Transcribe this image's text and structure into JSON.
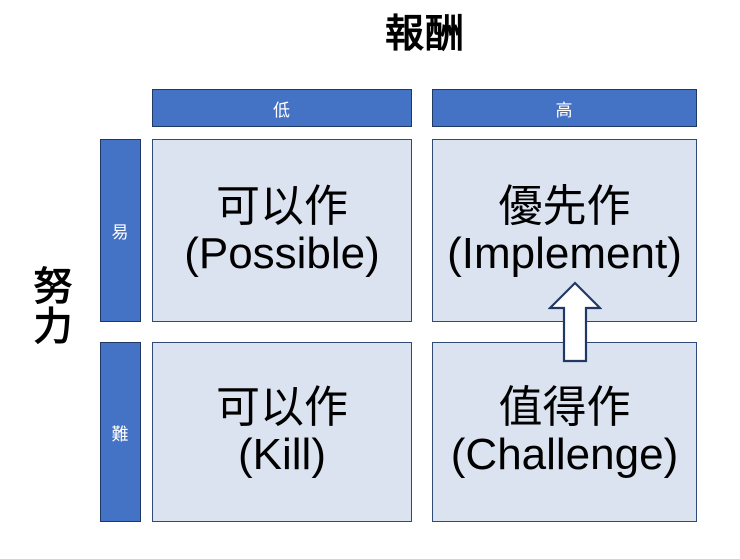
{
  "chart_data": {
    "type": "table",
    "title": "報酬",
    "xlabel": "報酬",
    "ylabel": "努力",
    "categories": [
      "低",
      "高"
    ],
    "row_categories": [
      "易",
      "難"
    ],
    "grid": false,
    "legend": "none",
    "cells": [
      {
        "row": "易",
        "col": "低",
        "cjk": "可以作",
        "en": "(Possible)"
      },
      {
        "row": "易",
        "col": "高",
        "cjk": "優先作",
        "en": "(Implement)"
      },
      {
        "row": "難",
        "col": "低",
        "cjk": "可以作",
        "en": "(Kill)"
      },
      {
        "row": "難",
        "col": "高",
        "cjk": "值得作",
        "en": "(Challenge)"
      }
    ],
    "annotations": [
      {
        "name": "up-arrow",
        "from": "值得作 (Challenge)",
        "to": "優先作 (Implement)",
        "direction": "up"
      }
    ]
  },
  "matrix": {
    "top_title": "報酬",
    "left_title_chars": [
      "努",
      "力"
    ],
    "columns": [
      {
        "label": "低"
      },
      {
        "label": "高"
      }
    ],
    "rows": [
      {
        "label": "易"
      },
      {
        "label": "難"
      }
    ],
    "quadrants": {
      "possible": {
        "cjk": "可以作",
        "en": "(Possible)"
      },
      "implement": {
        "cjk": "優先作",
        "en": "(Implement)"
      },
      "kill": {
        "cjk": "可以作",
        "en": "(Kill)"
      },
      "challenge": {
        "cjk": "值得作",
        "en": "(Challenge)"
      }
    },
    "arrow": {
      "name": "up-arrow",
      "direction": "up"
    }
  },
  "colors": {
    "header_blue": "#4472C4",
    "header_border": "#1F3864",
    "cell_fill": "#DCE3F0",
    "cell_border": "#2F4A74",
    "arrow_fill": "#FFFFFF",
    "arrow_stroke": "#1F3864",
    "text": "#000000",
    "header_text": "#FFFFFF",
    "background": "#FFFFFF"
  }
}
